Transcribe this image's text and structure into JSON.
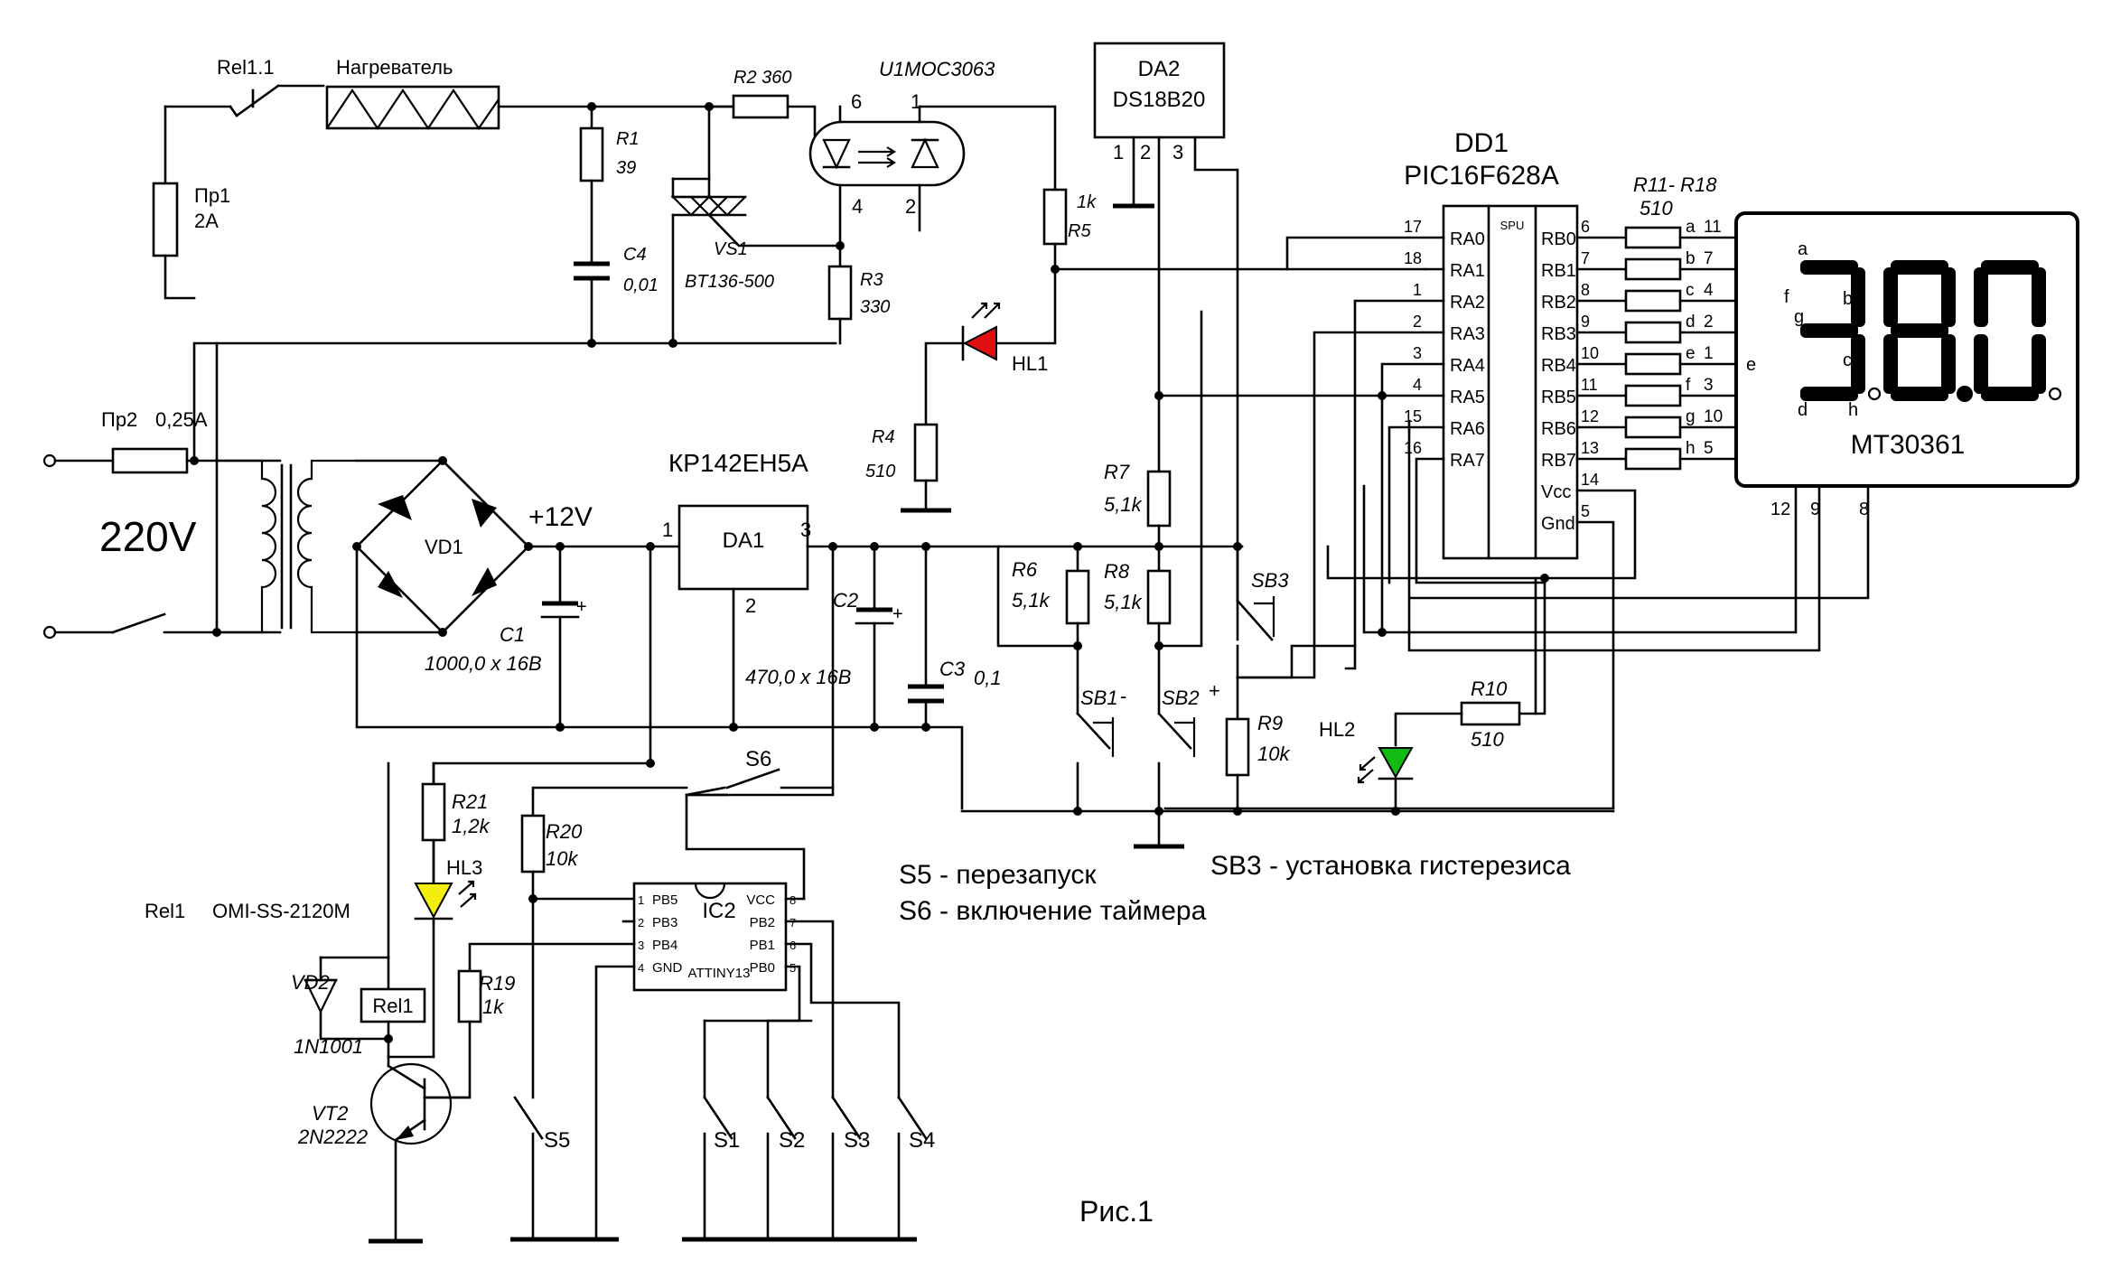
{
  "colors": {
    "led_red": "#e01010",
    "led_green": "#11bb11",
    "led_yellow": "#f2ee10"
  },
  "labels": {
    "rel11": "Rel1.1",
    "heater": "Нагреватель",
    "fuse1": "Пр1",
    "fuse1_val": "2A",
    "fuse2": "Пр2",
    "fuse2_val": "0,25A",
    "mains": "220V",
    "r1": "R1",
    "r1_val": "39",
    "c4": "C4",
    "c4_val": "0,01",
    "r2": "R2 360",
    "vs1": "VS1",
    "vs1_val": "BT136-500",
    "u1": "U1MOC3063",
    "u1_p6": "6",
    "u1_p1": "1",
    "u1_p4": "4",
    "u1_p2": "2",
    "r3": "R3",
    "r3_val": "330",
    "r5": "R5",
    "r5_1k": "1k",
    "hl1": "HL1",
    "r4": "R4",
    "r4_val": "510",
    "da2": "DA2",
    "da2_val": "DS18B20",
    "da2_p1": "1",
    "da2_p2": "2",
    "da2_p3": "3",
    "dd1": "DD1",
    "dd1_val": "PIC16F628A",
    "spu": "SPU",
    "r11_18": "R11- R18",
    "r11_18_val": "510",
    "display": "MT30361",
    "disp_digits": "38.0",
    "vd1": "VD1",
    "plus12": "+12V",
    "c1": "C1",
    "c1_val": "1000,0 x 16B",
    "da1": "DA1",
    "da1_type": "КР142ЕН5А",
    "da1_p1": "1",
    "da1_p2": "2",
    "da1_p3": "3",
    "c2": "C2",
    "c2_val": "470,0 x 16B",
    "c3": "C3",
    "c3_val": "0,1",
    "r6": "R6",
    "r6_val": "5,1k",
    "r7": "R7",
    "r7_val": "5,1k",
    "r8": "R8",
    "r8_val": "5,1k",
    "sb1": "SB1",
    "sb1_sign": "-",
    "sb2": "SB2",
    "sb2_sign": "+",
    "sb3": "SB3",
    "r9": "R9",
    "r9_val": "10k",
    "r10": "R10",
    "r10_val": "510",
    "hl2": "HL2",
    "s6": "S6",
    "r21": "R21",
    "r21_val": "1,2k",
    "hl3": "HL3",
    "rel1": "Rel1",
    "rel1_type": "OMI-SS-2120M",
    "vd2": "VD2",
    "vd2_val": "1N1001",
    "rel1_box": "Rel1",
    "vt2": "VT2",
    "vt2_val": "2N2222",
    "r19": "R19",
    "r19_val": "1k",
    "r20": "R20",
    "r20_val": "10k",
    "ic2": "IC2",
    "ic2_val": "ATTINY13",
    "s1": "S1",
    "s2": "S2",
    "s3": "S3",
    "s4": "S4",
    "s5": "S5",
    "note_s5": "S5 - перезапуск",
    "note_s6": "S6 - включение таймера",
    "note_sb3": "SB3 - установка гистерезиса",
    "caption": "Рис.1"
  },
  "dd1_left_pins": [
    {
      "num": "17",
      "name": "RA0"
    },
    {
      "num": "18",
      "name": "RA1"
    },
    {
      "num": "1",
      "name": "RA2"
    },
    {
      "num": "2",
      "name": "RA3"
    },
    {
      "num": "3",
      "name": "RA4"
    },
    {
      "num": "4",
      "name": "RA5"
    },
    {
      "num": "15",
      "name": "RA6"
    },
    {
      "num": "16",
      "name": "RA7"
    }
  ],
  "dd1_right_pins": [
    {
      "num": "6",
      "name": "RB0"
    },
    {
      "num": "7",
      "name": "RB1"
    },
    {
      "num": "8",
      "name": "RB2"
    },
    {
      "num": "9",
      "name": "RB3"
    },
    {
      "num": "10",
      "name": "RB4"
    },
    {
      "num": "11",
      "name": "RB5"
    },
    {
      "num": "12",
      "name": "RB6"
    },
    {
      "num": "13",
      "name": "RB7"
    },
    {
      "num": "14",
      "name": "Vcc"
    },
    {
      "num": "5",
      "name": "Gnd"
    }
  ],
  "segment_pins": [
    {
      "seg": "a",
      "pin": "11"
    },
    {
      "seg": "b",
      "pin": "7"
    },
    {
      "seg": "c",
      "pin": "4"
    },
    {
      "seg": "d",
      "pin": "2"
    },
    {
      "seg": "e",
      "pin": "1"
    },
    {
      "seg": "f",
      "pin": "3"
    },
    {
      "seg": "g",
      "pin": "10"
    },
    {
      "seg": "h",
      "pin": "5"
    }
  ],
  "display_segment_labels": [
    "a",
    "b",
    "c",
    "d",
    "e",
    "f",
    "g",
    "h"
  ],
  "display_bottom_pins": [
    "12",
    "9",
    "8"
  ],
  "ic2_left_pins": [
    {
      "num": "1",
      "name": "PB5"
    },
    {
      "num": "2",
      "name": "PB3"
    },
    {
      "num": "3",
      "name": "PB4"
    },
    {
      "num": "4",
      "name": "GND"
    }
  ],
  "ic2_right_pins": [
    {
      "num": "8",
      "name": "VCC"
    },
    {
      "num": "7",
      "name": "PB2"
    },
    {
      "num": "6",
      "name": "PB1"
    },
    {
      "num": "5",
      "name": "PB0"
    }
  ]
}
